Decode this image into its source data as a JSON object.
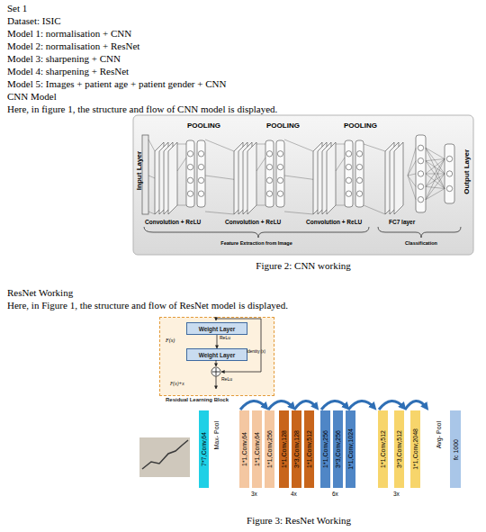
{
  "diagram": {
    "nodes": [
      {
        "text": [
          "Residual Learning Block"
        ]
      },
      {
        "text": [
          "Weight Layer"
        ],
        "in": 0
      },
      {
        "text": [
          "Weight Layer"
        ],
        "in": 0
      },
      {
        "text": [
          "7*7,Conv,64"
        ]
      },
      {
        "text": [
          "1*1,Conv,64"
        ]
      },
      {
        "text": [
          "1*1,Conv,64"
        ]
      },
      {
        "text": [
          "1*1,Conv,256"
        ]
      },
      {
        "text": [
          "1*1,Conv,128"
        ]
      },
      {
        "text": [
          "3*3,Conv,128"
        ]
      },
      {
        "text": [
          "1*1,Conv,512"
        ]
      },
      {
        "text": [
          "1*1,Conv,256"
        ]
      },
      {
        "text": [
          "3*3,Conv,256"
        ]
      },
      {
        "text": [
          "1*1,Conv,1024"
        ]
      },
      {
        "text": [
          "1*1,Conv,512"
        ]
      },
      {
        "text": [
          "3*3,Conv,512"
        ]
      },
      {
        "text": [
          "1*1,Conv,2048"
        ]
      },
      {
        "text": [
          "fc 1000"
        ]
      }
    ],
    "edges": [
      {
        "from": 1,
        "to": 2,
        "arrow": "to"
      }
    ],
    "labels": [
      "Set 1",
      "Dataset: ISIC",
      "Model 1: normalisation + CNN",
      "Model 2: normalisation + ResNet",
      "Model 3: sharpening + CNN",
      "Model 4: sharpening + ResNet",
      "Model 5: Images + patient age + patient gender + CNN",
      "CNN Model",
      "Here, in figure 1, the structure and flow of CNN model is displayed.",
      "POOLING",
      "POOLING",
      "POOLING",
      "Input Layer",
      "Output Layer",
      "Convolution + ReLU",
      "Convolution + ReLU",
      "Convolution + ReLU",
      "FC7 layer",
      "Feature Extraction from Image",
      "Classification",
      "Figure 2: CNN working",
      "ResNet Working",
      "Here, in Figure 1, the structure and flow of ResNet model is displayed.",
      "F(x)",
      "ReLu",
      "Identity (x)",
      "F(x)+x",
      "ReLu",
      "Max- Pool",
      "Avg- Pool",
      "3x",
      "4x",
      "6x",
      "3x",
      "Figure 3: ResNet Working"
    ]
  }
}
